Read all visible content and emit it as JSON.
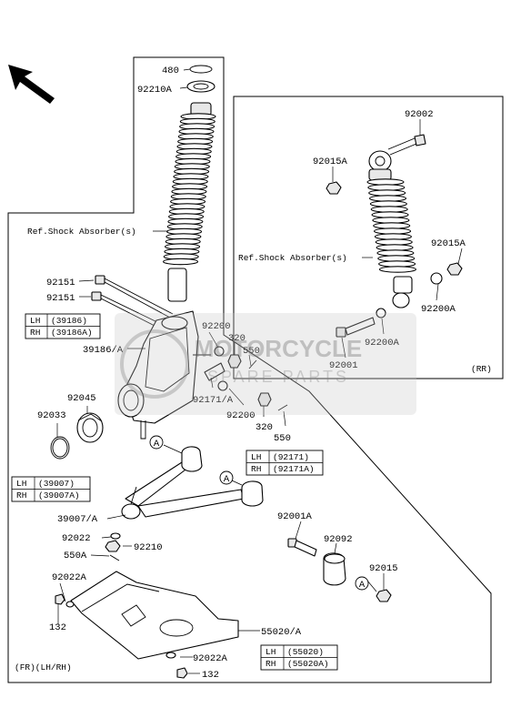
{
  "labels": {
    "p480": "480",
    "p92210A": "92210A",
    "ref_shock_left": "Ref.Shock Absorber(s)",
    "p92151_a": "92151",
    "p92151_b": "92151",
    "p39186A": "39186/A",
    "p92200_a": "92200",
    "p320_a": "320",
    "p550_a": "550",
    "p92171A": "92171/A",
    "p92200_b": "92200",
    "p320_b": "320",
    "p550_b": "550",
    "p92045": "92045",
    "p92033": "92033",
    "p39007A": "39007/A",
    "p92022": "92022",
    "p92210": "92210",
    "p550A": "550A",
    "p92022A_a": "92022A",
    "p132_a": "132",
    "p55020A": "55020/A",
    "p92022A_b": "92022A",
    "p132_b": "132",
    "fr_lhrh": "(FR)(LH/RH)",
    "p92001A": "92001A",
    "p92092": "92092",
    "p92015": "92015",
    "p92002": "92002",
    "p92015A_a": "92015A",
    "ref_shock_right": "Ref.Shock Absorber(s)",
    "p92015A_b": "92015A",
    "p92200A_a": "92200A",
    "p92200A_b": "92200A",
    "p92001": "92001",
    "rr": "(RR)",
    "circleA_1": "A",
    "circleA_2": "A",
    "circleA_3": "A"
  },
  "variant_tables": {
    "knuckle": {
      "lh_label": "LH",
      "lh_value": "(39186)",
      "rh_label": "RH",
      "rh_value": "(39186A)"
    },
    "bracket": {
      "lh_label": "LH",
      "lh_value": "(92171)",
      "rh_label": "RH",
      "rh_value": "(92171A)"
    },
    "arm": {
      "lh_label": "LH",
      "lh_value": "(39007)",
      "rh_label": "RH",
      "rh_value": "(39007A)"
    },
    "guard": {
      "lh_label": "LH",
      "lh_value": "(55020)",
      "rh_label": "RH",
      "rh_value": "(55020A)"
    }
  },
  "watermark": {
    "line1": "MOTORCYCLE",
    "line2": "SPARE PARTS"
  },
  "colors": {
    "line": "#000000",
    "background": "#ffffff",
    "watermark": "#bdbdbd"
  },
  "icons": {
    "direction": "front-arrow-icon"
  }
}
